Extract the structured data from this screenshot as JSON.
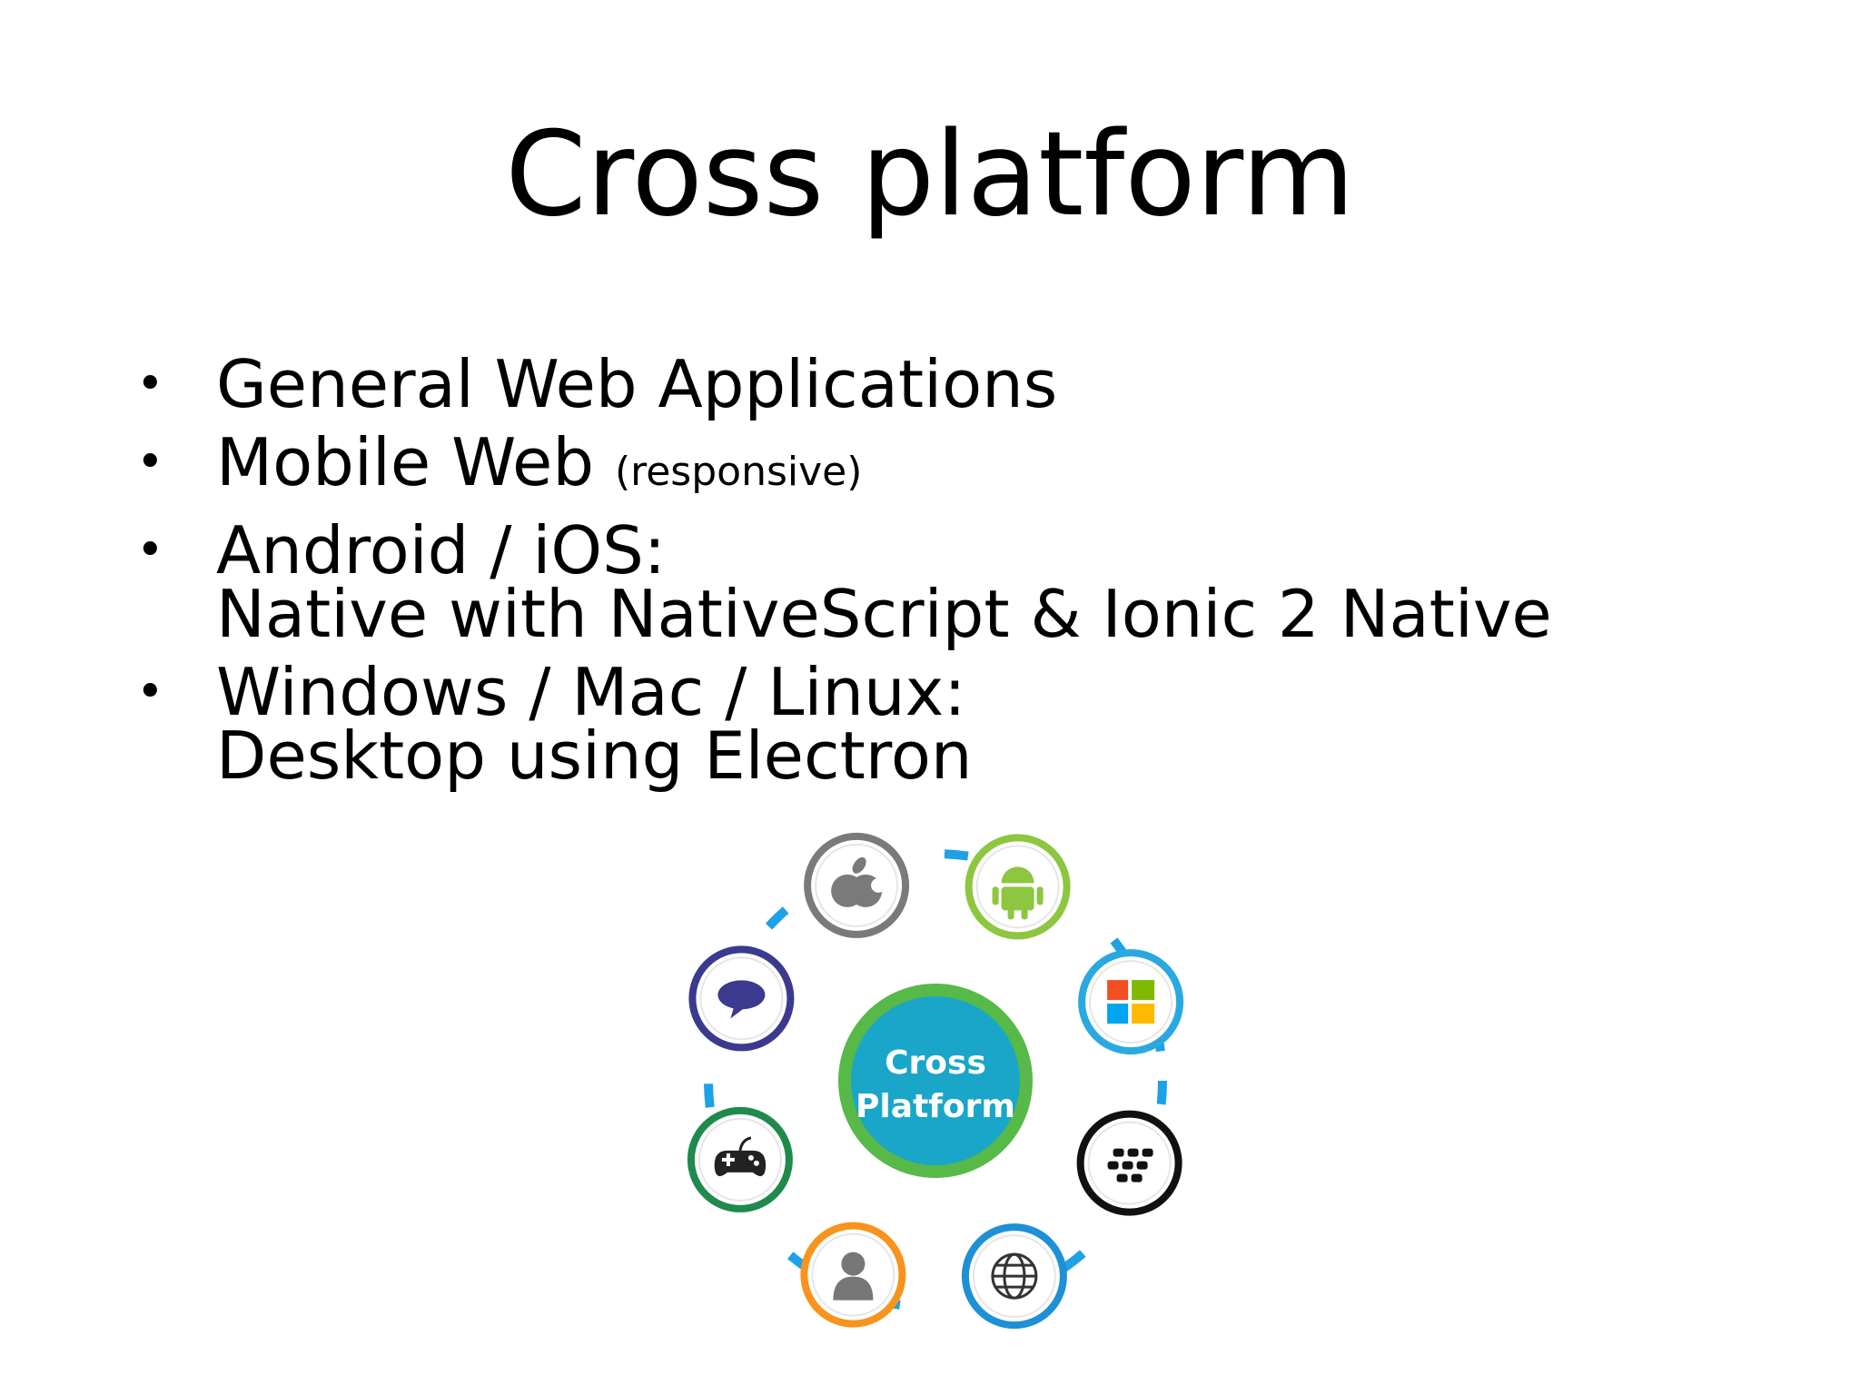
{
  "title": "Cross platform",
  "bullets": [
    {
      "main": "General Web Applications"
    },
    {
      "main": "Mobile Web",
      "note": "(responsive)"
    },
    {
      "main": "Android / iOS:",
      "second": "Native with NativeScript & Ionic 2 Native"
    },
    {
      "main": "Windows / Mac / Linux:",
      "second": "Desktop using Electron"
    }
  ],
  "bullet_glyph": "•",
  "diagram": {
    "center_line1": "Cross",
    "center_line2": "Platform",
    "platforms": [
      {
        "icon": "apple-icon",
        "color": "#7a7a7a"
      },
      {
        "icon": "android-icon",
        "color": "#8dc63f"
      },
      {
        "icon": "windows-icon",
        "color": "#29a9e0"
      },
      {
        "icon": "blackberry-icon",
        "color": "#111111"
      },
      {
        "icon": "globe-icon",
        "color": "#1e90d6"
      },
      {
        "icon": "user-icon",
        "color": "#f7941d"
      },
      {
        "icon": "gamepad-icon",
        "color": "#1f8a4c"
      },
      {
        "icon": "chat-icon",
        "color": "#3b3a8f"
      }
    ],
    "ring_color": "#1ea1e6",
    "center_fill": "#1aa6c8",
    "center_border": "#57b947"
  }
}
